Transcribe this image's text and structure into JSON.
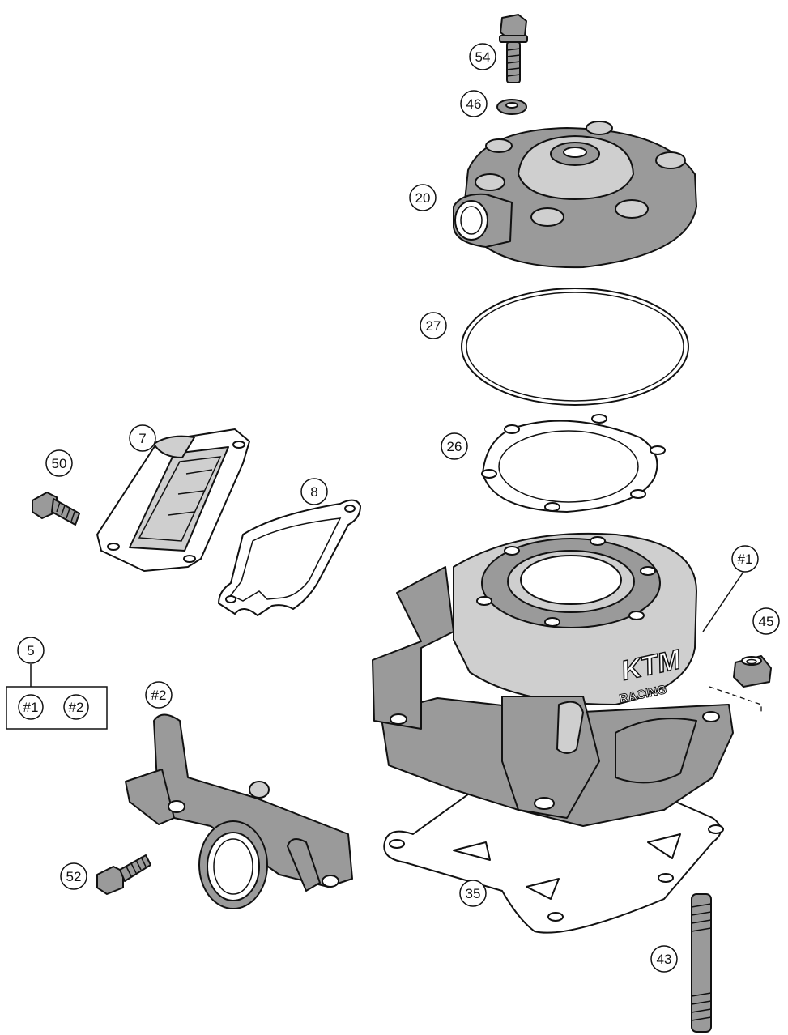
{
  "callouts": {
    "p54": "54",
    "p46": "46",
    "p20": "20",
    "p27": "27",
    "p26": "26",
    "p7": "7",
    "p8": "8",
    "p50": "50",
    "p1": "#1",
    "p45": "45",
    "p5": "5",
    "p2": "#2",
    "p52": "52",
    "p35": "35",
    "p43": "43"
  },
  "kit_box": {
    "item_1": "#1",
    "item_2": "#2"
  },
  "logo_text": {
    "line1": "KTM",
    "line2": "RACING"
  },
  "colors": {
    "line": "#111111",
    "fill_dark": "#9a9a9a",
    "fill_light": "#cfcfcf",
    "background": "#ffffff"
  }
}
